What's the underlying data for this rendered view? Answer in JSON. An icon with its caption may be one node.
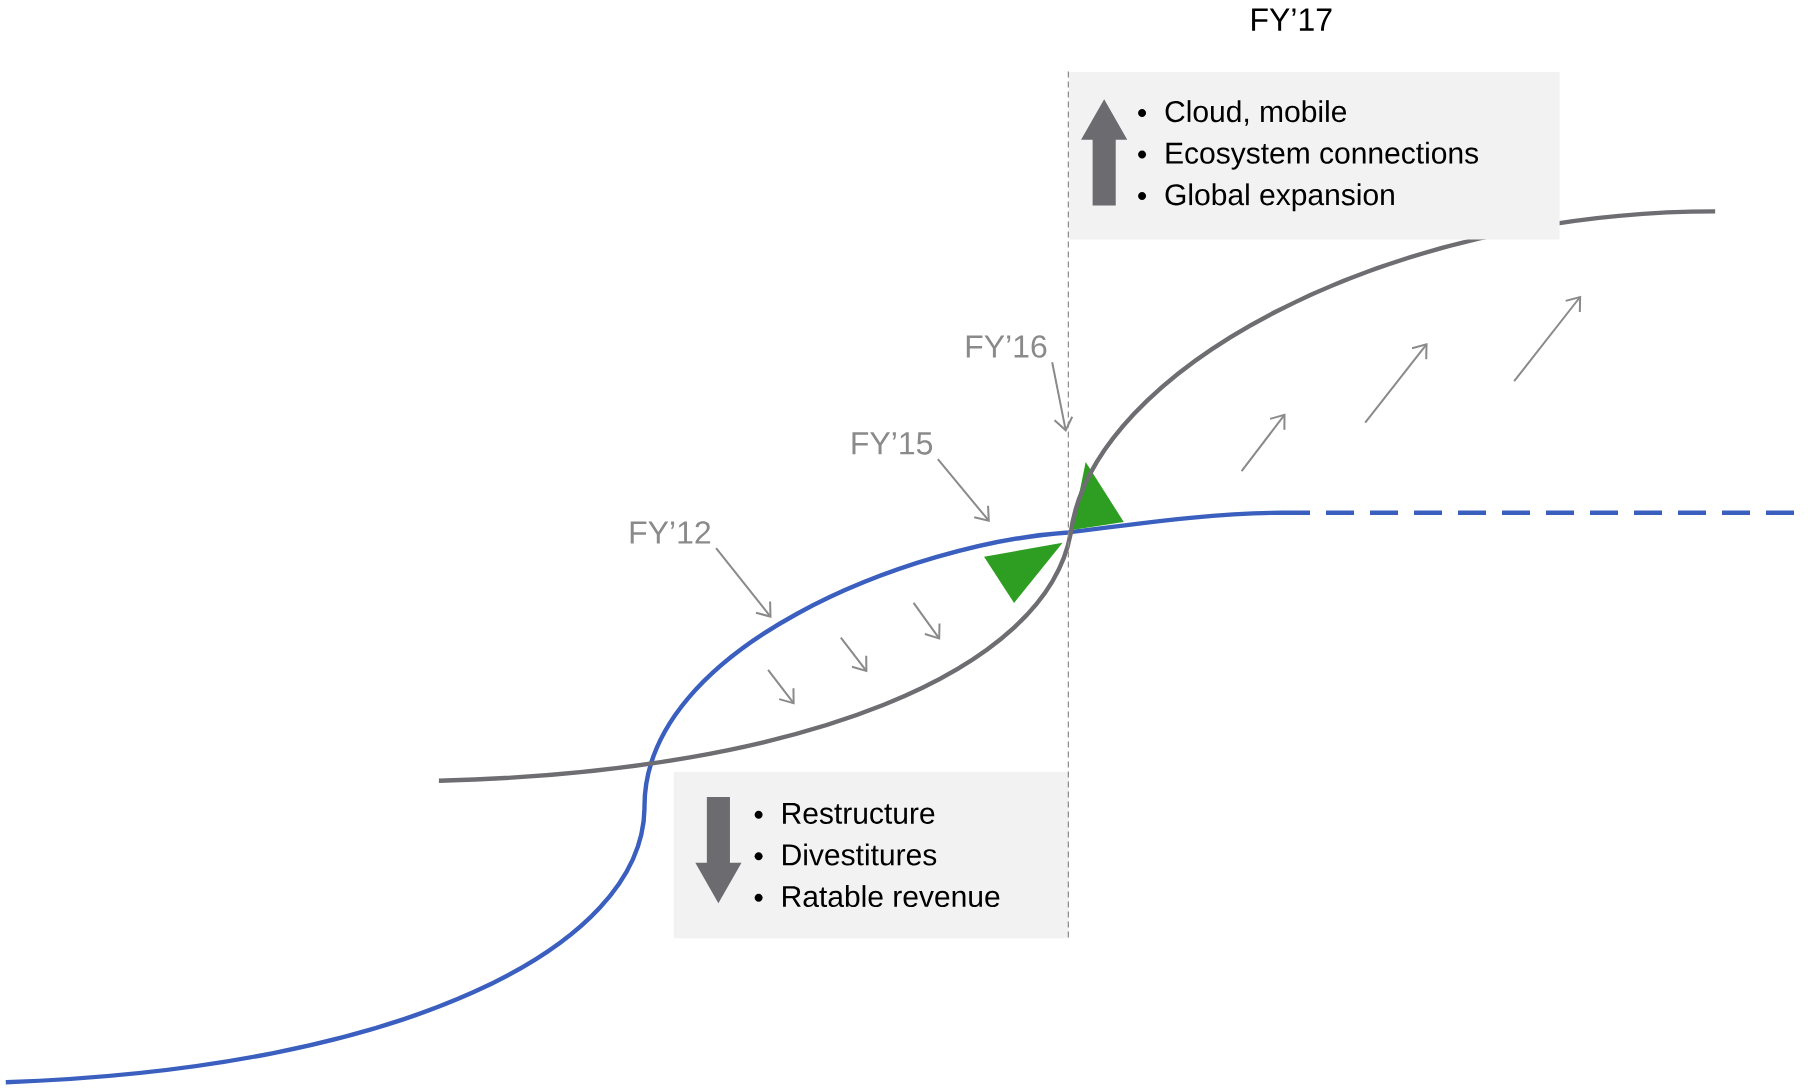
{
  "diagram": {
    "nodes": [
      {
        "text": [
          "Cloud, mobile",
          "Ecosystem connections",
          "Global expansion"
        ]
      },
      {
        "text": [
          "Restructure",
          "Divestitures",
          "Ratable revenue"
        ]
      },
      {
        "text": [
          "FY’12"
        ]
      },
      {
        "text": [
          "FY’15"
        ]
      },
      {
        "text": [
          "FY’16"
        ]
      }
    ],
    "edges": [
      {
        "from": 2,
        "to": null,
        "arrow": "to"
      },
      {
        "from": 3,
        "to": null,
        "arrow": "to"
      },
      {
        "from": 4,
        "to": null,
        "arrow": "to"
      }
    ],
    "labels": [
      "FY’17"
    ]
  }
}
